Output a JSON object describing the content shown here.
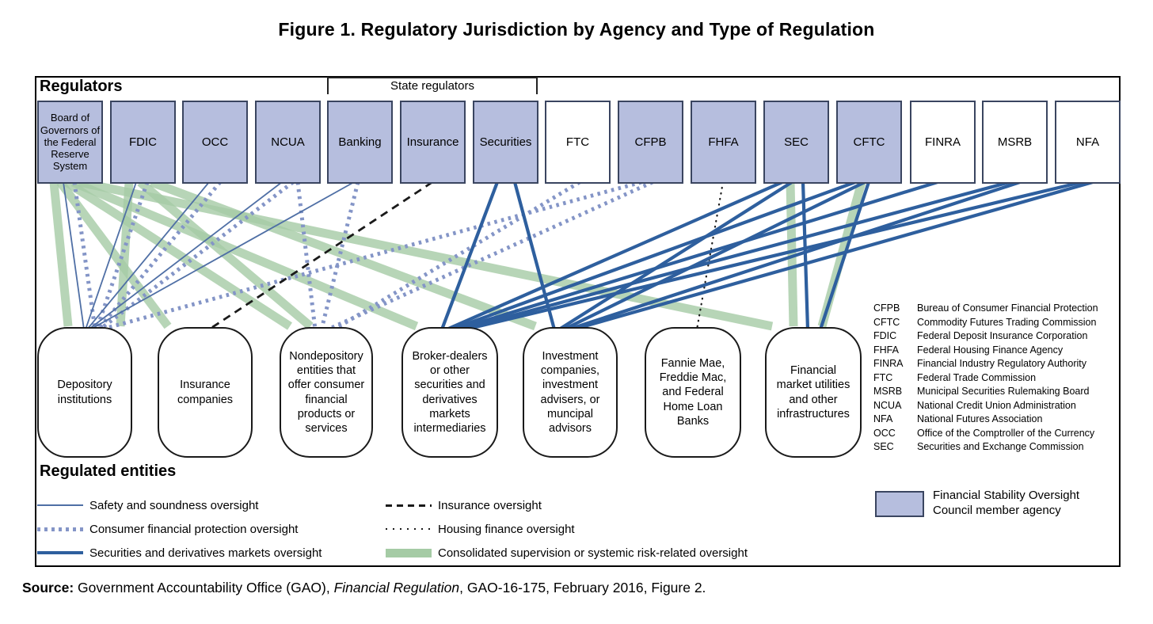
{
  "title": "Figure 1. Regulatory Jurisdiction by Agency and Type of Regulation",
  "regulators_label": "Regulators",
  "state_regulators_label": "State regulators",
  "regulated_entities_label": "Regulated entities",
  "colors": {
    "fsoc_fill": "#b6bede",
    "box_border": "#3a4560",
    "safety_line": "#4f6fa5",
    "consumer_line": "#8495c7",
    "securities_line": "#2e5f9e",
    "black_line": "#1a1a1a",
    "green_band": "#a5cba5"
  },
  "regulators": [
    {
      "id": "fed",
      "label": "Board of Governors of the Federal Reserve System",
      "fsoc": true
    },
    {
      "id": "fdic",
      "label": "FDIC",
      "fsoc": true
    },
    {
      "id": "occ",
      "label": "OCC",
      "fsoc": true
    },
    {
      "id": "ncua",
      "label": "NCUA",
      "fsoc": true
    },
    {
      "id": "banking",
      "label": "Banking",
      "fsoc": true
    },
    {
      "id": "insurance_state",
      "label": "Insurance",
      "fsoc": true
    },
    {
      "id": "securities_state",
      "label": "Securities",
      "fsoc": true
    },
    {
      "id": "ftc",
      "label": "FTC",
      "fsoc": false
    },
    {
      "id": "cfpb",
      "label": "CFPB",
      "fsoc": true
    },
    {
      "id": "fhfa",
      "label": "FHFA",
      "fsoc": true
    },
    {
      "id": "sec",
      "label": "SEC",
      "fsoc": true
    },
    {
      "id": "cftc",
      "label": "CFTC",
      "fsoc": true
    },
    {
      "id": "finra",
      "label": "FINRA",
      "fsoc": false
    },
    {
      "id": "msrb",
      "label": "MSRB",
      "fsoc": false
    },
    {
      "id": "nfa",
      "label": "NFA",
      "fsoc": false
    }
  ],
  "entities": [
    {
      "id": "depository",
      "label": "Depository institutions"
    },
    {
      "id": "insurance_co",
      "label": "Insurance companies"
    },
    {
      "id": "nondepository",
      "label": "Nondepository entities that offer consumer financial products or services"
    },
    {
      "id": "broker",
      "label": "Broker-dealers or other securities and derivatives markets intermediaries"
    },
    {
      "id": "investment",
      "label": "Investment companies, investment advisers, or muncipal advisors"
    },
    {
      "id": "fannie",
      "label": "Fannie Mae, Freddie Mac, and Federal Home Loan Banks"
    },
    {
      "id": "fmu",
      "label": "Financial market utilities and other infrastructures"
    }
  ],
  "legend": {
    "items": [
      {
        "id": "safety",
        "label": "Safety and soundness oversight"
      },
      {
        "id": "consumer",
        "label": "Consumer financial protection oversight"
      },
      {
        "id": "securities",
        "label": "Securities and derivatives markets oversight"
      },
      {
        "id": "insurance",
        "label": "Insurance oversight"
      },
      {
        "id": "housing",
        "label": "Housing finance oversight"
      },
      {
        "id": "green",
        "label": "Consolidated supervision or systemic risk-related oversight"
      }
    ],
    "fsoc": {
      "line1": "Financial Stability Oversight",
      "line2": "Council member agency"
    }
  },
  "abbreviations": [
    {
      "abbr": "CFPB",
      "name": "Bureau of Consumer Financial Protection"
    },
    {
      "abbr": "CFTC",
      "name": "Commodity Futures Trading Commission"
    },
    {
      "abbr": "FDIC",
      "name": "Federal Deposit Insurance Corporation"
    },
    {
      "abbr": "FHFA",
      "name": "Federal Housing Finance Agency"
    },
    {
      "abbr": "FINRA",
      "name": "Financial Industry Regulatory Authority"
    },
    {
      "abbr": "FTC",
      "name": "Federal Trade Commission"
    },
    {
      "abbr": "MSRB",
      "name": "Municipal Securities Rulemaking Board"
    },
    {
      "abbr": "NCUA",
      "name": "National Credit Union Administration"
    },
    {
      "abbr": "NFA",
      "name": "National Futures Association"
    },
    {
      "abbr": "OCC",
      "name": "Office of the Comptroller of the Currency"
    },
    {
      "abbr": "SEC",
      "name": "Securities and Exchange Commission"
    }
  ],
  "connections": [
    {
      "type": "green",
      "from": "fed",
      "to": "depository"
    },
    {
      "type": "green",
      "from": "fed",
      "to": "insurance_co"
    },
    {
      "type": "green",
      "from": "fed",
      "to": "nondepository"
    },
    {
      "type": "green",
      "from": "fed",
      "to": "broker"
    },
    {
      "type": "green",
      "from": "fed",
      "to": "fmu"
    },
    {
      "type": "green",
      "from": "fdic",
      "to": "depository"
    },
    {
      "type": "green",
      "from": "fdic",
      "to": "nondepository"
    },
    {
      "type": "green",
      "from": "fdic",
      "to": "investment"
    },
    {
      "type": "green",
      "from": "sec",
      "to": "fmu"
    },
    {
      "type": "green",
      "from": "cftc",
      "to": "fmu"
    },
    {
      "type": "consumer",
      "from": "fed",
      "to": "depository"
    },
    {
      "type": "consumer",
      "from": "fdic",
      "to": "depository"
    },
    {
      "type": "consumer",
      "from": "occ",
      "to": "depository"
    },
    {
      "type": "consumer",
      "from": "ncua",
      "to": "depository"
    },
    {
      "type": "consumer",
      "from": "cfpb",
      "to": "depository"
    },
    {
      "type": "consumer",
      "from": "ncua",
      "to": "nondepository"
    },
    {
      "type": "consumer",
      "from": "banking",
      "to": "nondepository"
    },
    {
      "type": "consumer",
      "from": "cfpb",
      "to": "nondepository"
    },
    {
      "type": "consumer",
      "from": "ftc",
      "to": "nondepository"
    },
    {
      "type": "safety",
      "from": "fed",
      "to": "depository"
    },
    {
      "type": "safety",
      "from": "fdic",
      "to": "depository"
    },
    {
      "type": "safety",
      "from": "occ",
      "to": "depository"
    },
    {
      "type": "safety",
      "from": "ncua",
      "to": "depository"
    },
    {
      "type": "safety",
      "from": "banking",
      "to": "depository"
    },
    {
      "type": "insurance",
      "from": "insurance_state",
      "to": "insurance_co"
    },
    {
      "type": "housing",
      "from": "fhfa",
      "to": "fannie"
    },
    {
      "type": "securities",
      "from": "securities_state",
      "to": "broker"
    },
    {
      "type": "securities",
      "from": "sec",
      "to": "broker"
    },
    {
      "type": "securities",
      "from": "cftc",
      "to": "broker"
    },
    {
      "type": "securities",
      "from": "finra",
      "to": "broker"
    },
    {
      "type": "securities",
      "from": "msrb",
      "to": "broker"
    },
    {
      "type": "securities",
      "from": "nfa",
      "to": "broker"
    },
    {
      "type": "securities",
      "from": "securities_state",
      "to": "investment"
    },
    {
      "type": "securities",
      "from": "sec",
      "to": "investment"
    },
    {
      "type": "securities",
      "from": "cftc",
      "to": "investment"
    },
    {
      "type": "securities",
      "from": "msrb",
      "to": "investment"
    },
    {
      "type": "securities",
      "from": "nfa",
      "to": "investment"
    },
    {
      "type": "securities",
      "from": "sec",
      "to": "fmu"
    },
    {
      "type": "securities",
      "from": "cftc",
      "to": "fmu"
    }
  ],
  "source": {
    "prefix": "Source:",
    "text1": " Government Accountability Office (GAO), ",
    "italic": "Financial Regulation",
    "text2": ", GAO-16-175, February 2016, Figure 2."
  }
}
